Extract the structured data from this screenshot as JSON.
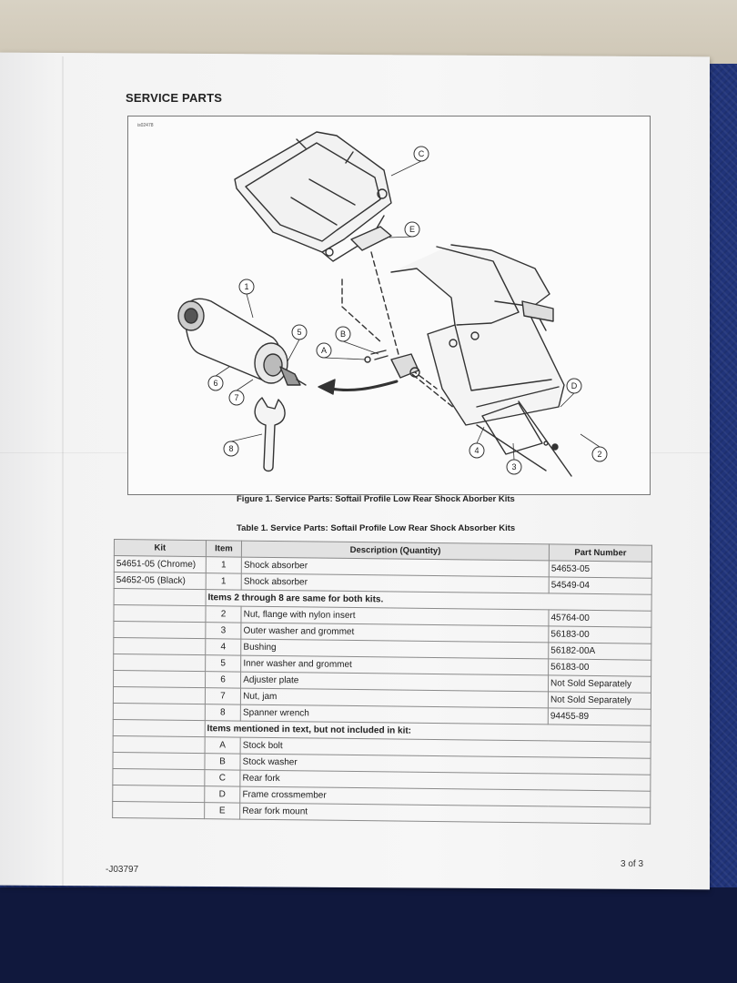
{
  "header": {
    "title": "SERVICE PARTS"
  },
  "figure": {
    "id": "is02478",
    "caption": "Figure 1. Service Parts: Softail Profile Low Rear Shock Aborber Kits",
    "callouts": [
      "1",
      "2",
      "3",
      "4",
      "5",
      "6",
      "7",
      "8",
      "A",
      "B",
      "C",
      "D",
      "E"
    ]
  },
  "table": {
    "caption": "Table 1. Service Parts: Softail Profile Low Rear Shock Absorber Kits",
    "headers": {
      "kit": "Kit",
      "item": "Item",
      "description": "Description (Quantity)",
      "part_number": "Part Number"
    },
    "kit_rows": [
      {
        "kit": "54651-05 (Chrome)",
        "item": "1",
        "description": "Shock absorber",
        "part_number": "54653-05"
      },
      {
        "kit": "54652-05 (Black)",
        "item": "1",
        "description": "Shock absorber",
        "part_number": "54549-04"
      }
    ],
    "section1": "Items 2 through 8 are same for both kits.",
    "common_rows": [
      {
        "item": "2",
        "description": "Nut, flange with nylon insert",
        "part_number": "45764-00"
      },
      {
        "item": "3",
        "description": "Outer washer and grommet",
        "part_number": "56183-00"
      },
      {
        "item": "4",
        "description": "Bushing",
        "part_number": "56182-00A"
      },
      {
        "item": "5",
        "description": "Inner washer and grommet",
        "part_number": "56183-00"
      },
      {
        "item": "6",
        "description": "Adjuster plate",
        "part_number": "Not Sold Separately"
      },
      {
        "item": "7",
        "description": "Nut, jam",
        "part_number": "Not Sold Separately"
      },
      {
        "item": "8",
        "description": "Spanner wrench",
        "part_number": "94455-89"
      }
    ],
    "section2": "Items mentioned in text, but not included in kit:",
    "text_rows": [
      {
        "item": "A",
        "description": "Stock bolt"
      },
      {
        "item": "B",
        "description": "Stock washer"
      },
      {
        "item": "C",
        "description": "Rear fork"
      },
      {
        "item": "D",
        "description": "Frame crossmember"
      },
      {
        "item": "E",
        "description": "Rear fork mount"
      }
    ]
  },
  "footer": {
    "doc_number": "-J03797",
    "page": "3 of 3"
  }
}
